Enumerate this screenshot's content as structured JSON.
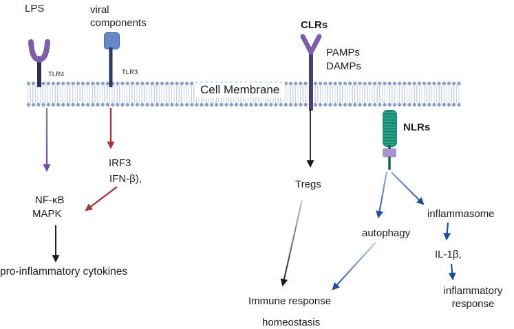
{
  "diagram_type": "cell-membrane-receptor-signaling",
  "membrane": {
    "label": "Cell Membrane"
  },
  "receptors": {
    "tlr4": {
      "ligand": "LPS",
      "name": "TLR4"
    },
    "tlr3": {
      "ligand": "viral components",
      "name": "TLR3"
    },
    "clr": {
      "name": "CLRs",
      "pamps": "PAMPs",
      "damps": "DAMPs"
    },
    "nlr": {
      "name": "NLRs"
    }
  },
  "nodes": {
    "irf3": "IRF3",
    "ifn_beta": "IFN-β),",
    "nf_kb": "NF-κB",
    "mapk": "MAPK",
    "pro_inflammatory_cytokines": "pro-inflammatory cytokines",
    "tregs": "Tregs",
    "autophagy": "autophagy",
    "inflammasome": "inflammasome",
    "il_1b": "IL-1β,",
    "inflammatory_response_line1": "inflammatory",
    "inflammatory_response_line2": "response",
    "immune_response": "Immune response",
    "homeostasis": "homeostasis"
  },
  "colors": {
    "receptor_purple": "#7C5FA8",
    "stem_navy": "#312D52",
    "clr_stem_purple": "#4A3F75",
    "tlr3_blue": "#6488C8",
    "nlr_teal": "#27A38B",
    "nlr_linker_lavender": "#A796CE",
    "nlr_stem_teal": "#1C5C54",
    "membrane_dot": "#8D9EC2",
    "membrane_tail": "#CAD3E4",
    "arrow_purple": "#6F4BA8",
    "arrow_red": "#A33940",
    "arrow_blue": "#1F4E96",
    "arrow_black": "#1A1A1A",
    "text": "#1B1B1B",
    "background": "#FFFFFF"
  }
}
